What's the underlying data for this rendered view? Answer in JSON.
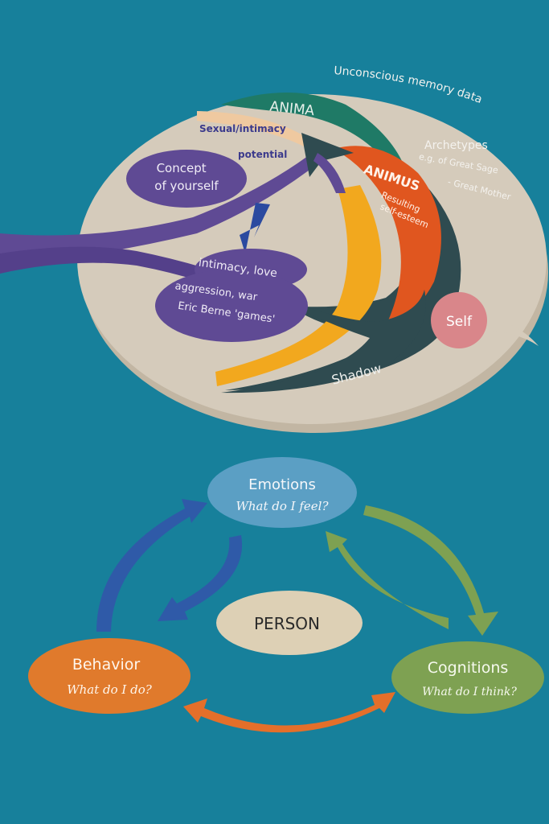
{
  "colors": {
    "background": "#17809b",
    "felt_beige": "#d5cbbb",
    "anima": "#1f7a66",
    "animus": "#e0561f",
    "yellow": "#f2a81e",
    "shadow": "#2f4b50",
    "purple": "#5f4a94",
    "self": "#d9868a",
    "emotions": "#5b9fc4",
    "behavior": "#e07a2c",
    "cognitions": "#7ea152",
    "person": "#ddd0b5"
  },
  "top_diagram": {
    "outer_label": "Unconscious memory data",
    "anima": "ANIMA",
    "sexual_potential": [
      "Sexual/intimacy",
      "potential"
    ],
    "concept": [
      "Concept",
      "of yourself"
    ],
    "animus": "ANIMUS",
    "animus_sub": [
      "Resulting",
      "self-esteem"
    ],
    "archetypes": [
      "Archetypes",
      "e.g. of Great Sage",
      "-  Great Mother"
    ],
    "intimacy": "intimacy, love",
    "aggression": [
      "aggression, war",
      "Eric Berne 'games'"
    ],
    "shadow": "Shadow",
    "self": "Self"
  },
  "bottom_diagram": {
    "emotions": {
      "title": "Emotions",
      "question": "What do I feel?"
    },
    "behavior": {
      "title": "Behavior",
      "question": "What do I do?"
    },
    "cognitions": {
      "title": "Cognitions",
      "question": "What do I think?"
    },
    "center": "PERSON"
  }
}
